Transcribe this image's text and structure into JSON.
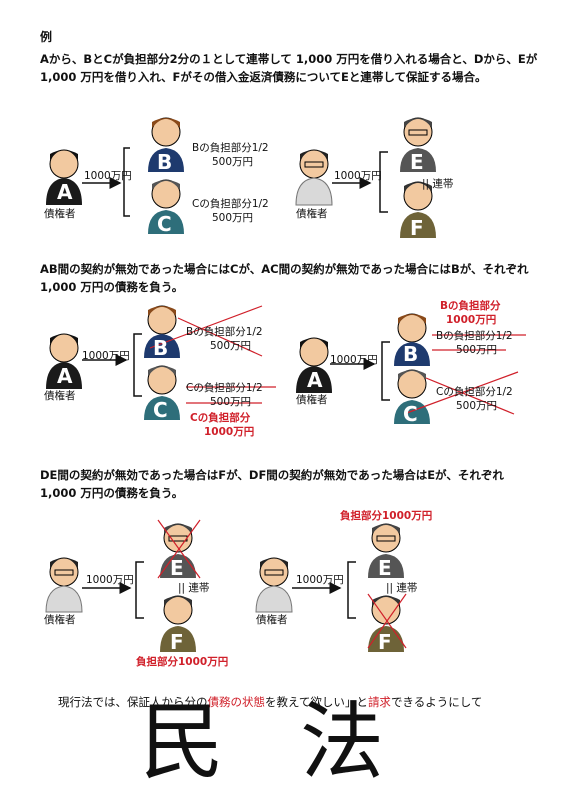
{
  "example_heading": "例",
  "intro": "Aから、BとCが負担部分2分の１として連帯して 1,000 万円を借り入れる場合と、Dから、Eが 1,000 万円を借り入れ、Fがその借入金返済債務についてEと連帯して保証する場合。",
  "section2": "AB間の契約が無効であった場合にはCが、AC間の契約が無効であった場合にはBが、それぞれ 1,000 万円の債務を負う。",
  "section3": "DE間の契約が無効であった場合はFが、DF間の契約が無効であった場合はEが、それぞれ 1,000 万円の債務を負う。",
  "creditor_label": "債権者",
  "amount_label": "1000万円",
  "b_share": "Bの負担部分1/2",
  "c_share": "Cの負担部分1/2",
  "half_amount": "500万円",
  "joint_label": "連帯",
  "b_share_red": "Bの負担部分",
  "c_share_red": "Cの負担部分",
  "full_amount": "1000万円",
  "share_1000": "負担部分1000万円",
  "bottom_pre": "現行法では、保証人から",
  "bottom_mid1": "分の",
  "bottom_red1": "債務の状態",
  "bottom_mid2": "を教えて欲しい",
  "bottom_mid3": "」と",
  "bottom_red2": "請求",
  "bottom_post": "できるようにして",
  "stamp_char1": "民",
  "stamp_char2": "法",
  "letters": {
    "A": "A",
    "B": "B",
    "C": "C",
    "E": "E",
    "F": "F"
  },
  "colors": {
    "red": "#d0202a",
    "navy": "#1e3a6e",
    "teal": "#2e6e7a",
    "khaki": "#6e6338"
  }
}
